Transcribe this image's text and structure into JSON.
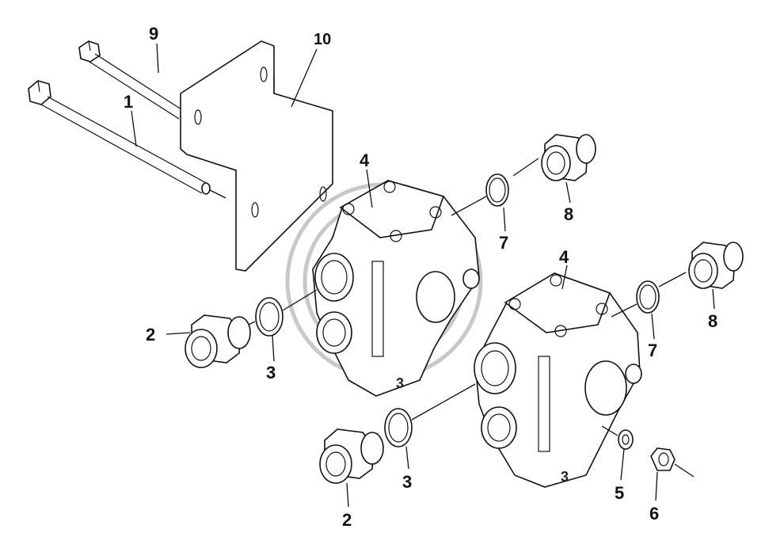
{
  "diagram": {
    "callouts": {
      "c1": "1",
      "c2a": "2",
      "c2b": "2",
      "c3a": "3",
      "c3b": "3",
      "c4a": "4",
      "c4b": "4",
      "c5": "5",
      "c6": "6",
      "c7a": "7",
      "c7b": "7",
      "c8a": "8",
      "c8b": "8",
      "c9": "9",
      "c10": "10"
    },
    "body_marks": {
      "m1": "3",
      "m2": "3"
    }
  }
}
